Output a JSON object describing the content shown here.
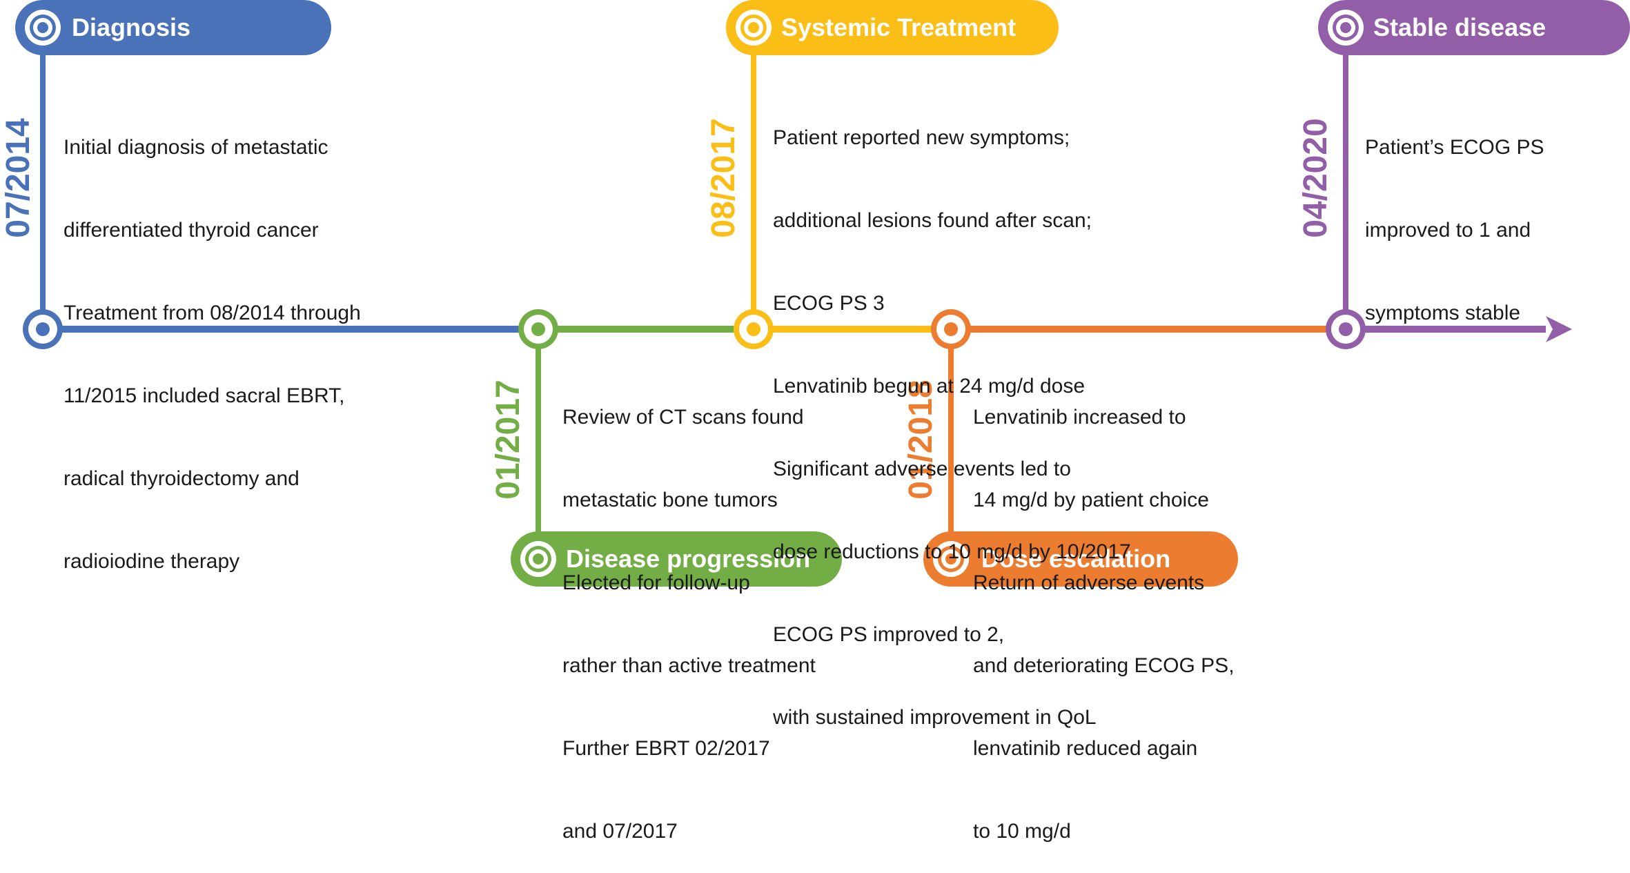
{
  "colors": {
    "blue": "#4a72b8",
    "green": "#72ad45",
    "yellow": "#fbbe16",
    "orange": "#ec7c30",
    "purple": "#935ea8"
  },
  "events": [
    {
      "id": "diagnosis",
      "title": "Diagnosis",
      "date": "07/2014",
      "color": "#4a72b8",
      "lines": [
        "Initial diagnosis of metastatic",
        "differentiated thyroid cancer",
        "Treatment from 08/2014 through",
        "11/2015 included sacral EBRT,",
        "radical thyroidectomy and",
        "radioiodine therapy"
      ]
    },
    {
      "id": "disease-progression",
      "title": "Disease progression",
      "date": "01/2017",
      "color": "#72ad45",
      "lines": [
        "Review of CT scans found",
        "metastatic bone tumors",
        "Elected for follow-up",
        "rather than active treatment",
        "Further EBRT 02/2017",
        "and 07/2017"
      ]
    },
    {
      "id": "systemic-treatment",
      "title": "Systemic Treatment",
      "date": "08/2017",
      "color": "#fbbe16",
      "lines": [
        "Patient reported new symptoms;",
        "additional lesions found after scan;",
        "ECOG PS 3",
        "Lenvatinib begun at 24 mg/d dose",
        "Significant adverse events led to",
        "dose reductions to 10 mg/d by 10/2017",
        "ECOG PS improved to 2,",
        "with sustained improvement in QoL"
      ]
    },
    {
      "id": "dose-escalation",
      "title": "Dose escalation",
      "date": "01/2018",
      "color": "#ec7c30",
      "lines": [
        "Lenvatinib increased to",
        "14 mg/d by patient choice",
        "Return of adverse events",
        "and deteriorating ECOG PS,",
        "lenvatinib reduced again",
        "to 10 mg/d"
      ]
    },
    {
      "id": "stable-disease",
      "title": "Stable disease",
      "date": "04/2020",
      "color": "#935ea8",
      "lines": [
        "Patient’s ECOG PS",
        "improved to 1 and",
        "symptoms stable"
      ]
    }
  ]
}
